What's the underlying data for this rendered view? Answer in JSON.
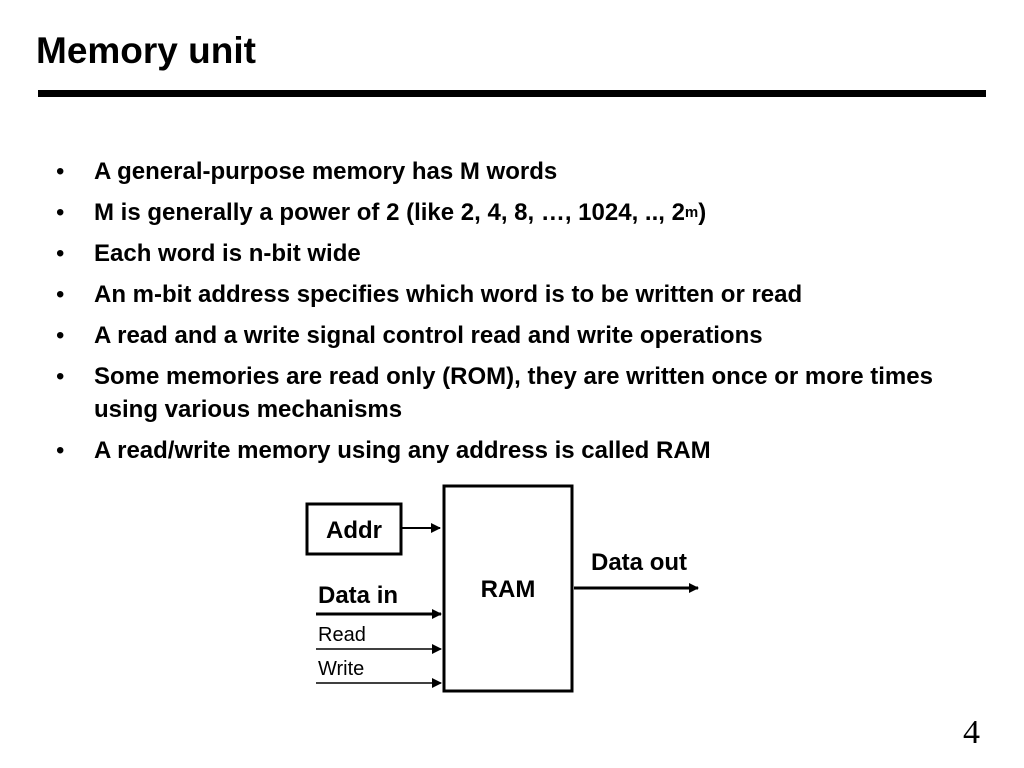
{
  "slide": {
    "title": "Memory unit",
    "page_number": "4"
  },
  "bullets": [
    {
      "text": "A general-purpose memory has M words"
    },
    {
      "text": "M is generally a power of 2 (like 2, 4, 8, …, 1024, .., 2",
      "sup": "m",
      "after": ")"
    },
    {
      "text": "Each word is n-bit wide"
    },
    {
      "text": "An m-bit address specifies which word is to be written or read"
    },
    {
      "text": "A read and a write signal control read and write operations"
    },
    {
      "text": "Some memories are read only (ROM), they are written once or more times using various mechanisms"
    },
    {
      "text": "A read/write memory using any address is called RAM"
    }
  ],
  "bullet_symbol": "•",
  "diagram": {
    "addr_label": "Addr",
    "ram_label": "RAM",
    "data_in_label": "Data in",
    "data_out_label": "Data out",
    "read_label": "Read",
    "write_label": "Write"
  }
}
